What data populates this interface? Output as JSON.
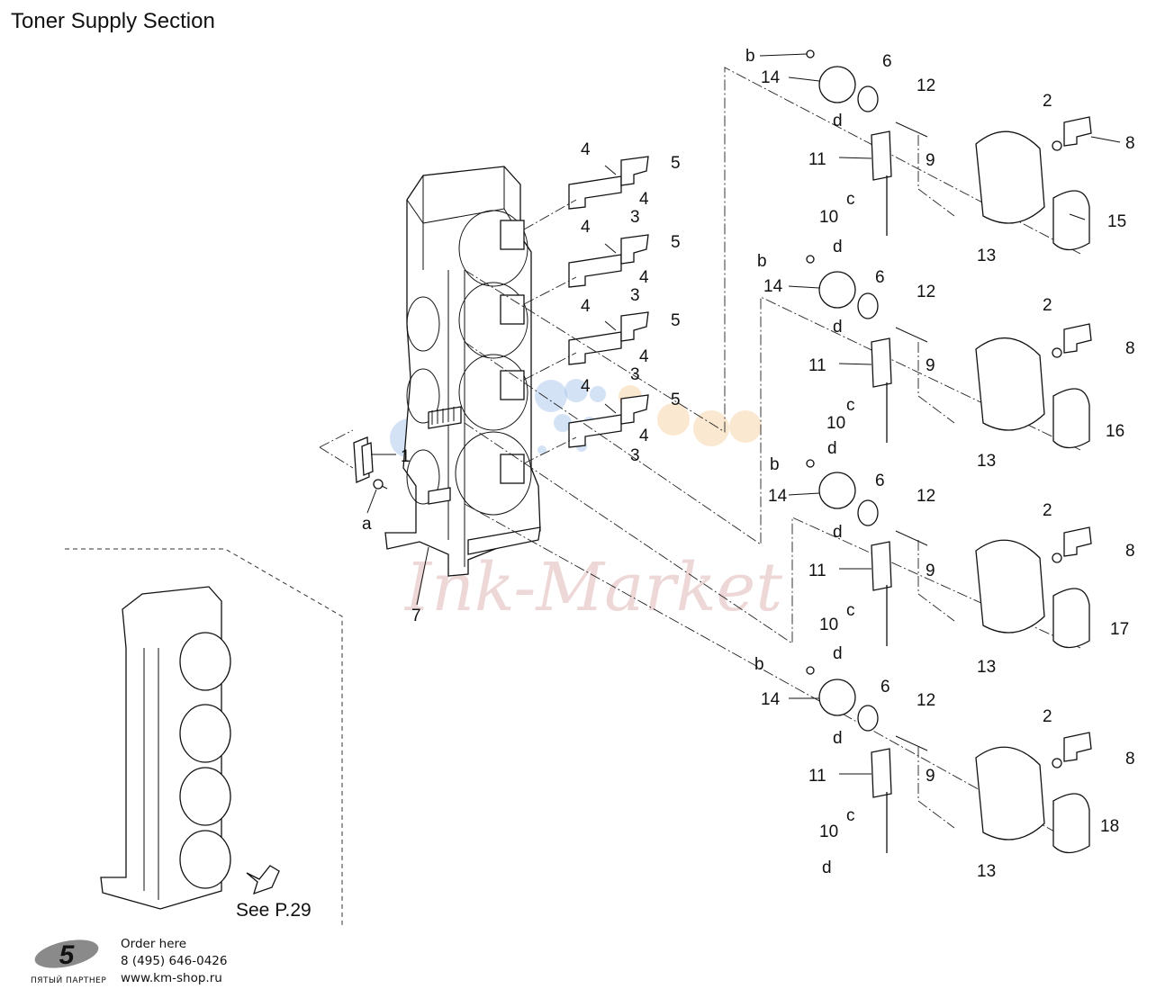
{
  "title": "Toner Supply Section",
  "see_page": "See P.29",
  "watermark": "Ink-Market",
  "footer": {
    "order_here": "Order here",
    "phone": "8 (495) 646-0426",
    "website": "www.km-shop.ru",
    "tagline": "ПЯТЫЙ ПАРТНЕР",
    "logo_glyph": "5"
  },
  "callouts": {
    "a": "a",
    "b": "b",
    "c": "c",
    "d": "d",
    "n1": "1",
    "n2": "2",
    "n3": "3",
    "n4": "4",
    "n5": "5",
    "n6": "6",
    "n7": "7",
    "n8": "8",
    "n9": "9",
    "n10": "10",
    "n11": "11",
    "n12": "12",
    "n13": "13",
    "n14": "14",
    "n15": "15",
    "n16": "16",
    "n17": "17",
    "n18": "18"
  },
  "colors": {
    "ink": "#111111",
    "watermark": "#e0b8b8",
    "dots_blue": "#9fbfe8",
    "dots_orange": "#f5d2a2"
  }
}
